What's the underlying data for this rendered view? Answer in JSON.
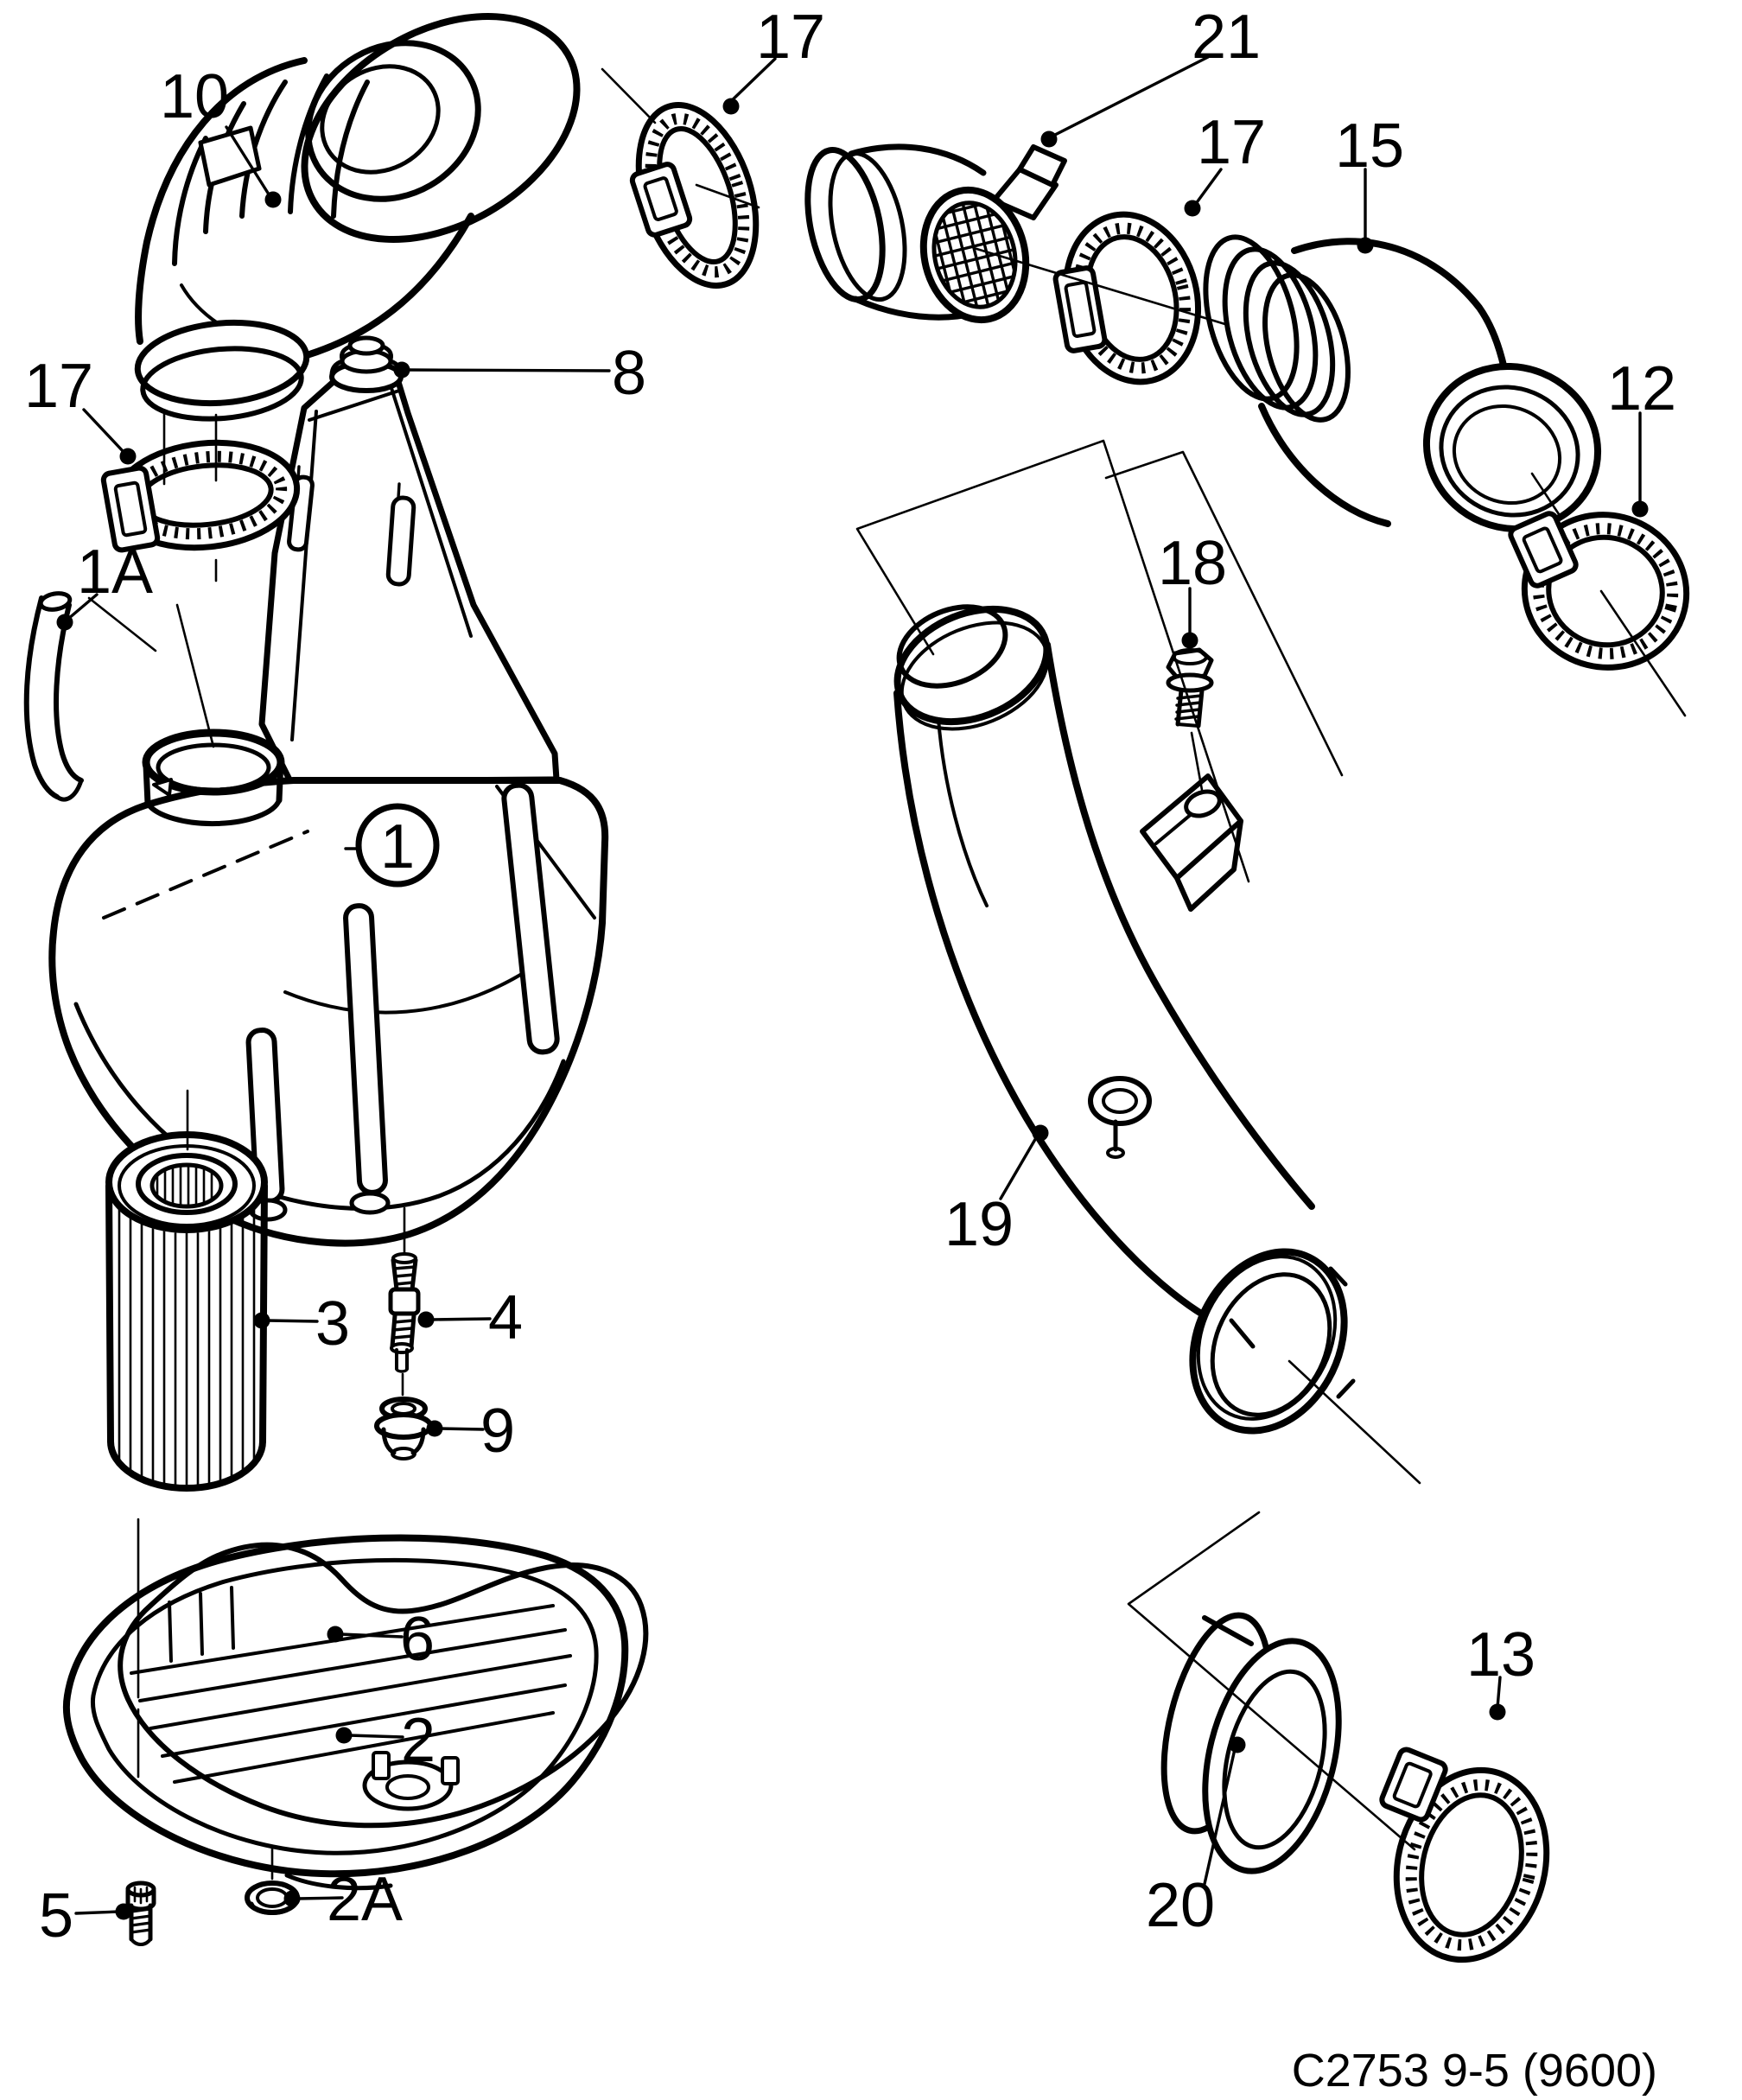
{
  "diagram": {
    "type": "exploded-parts-line-drawing",
    "caption": "C2753 9-5 (9600)",
    "colors": {
      "line": "#000000",
      "background": "#ffffff"
    },
    "callouts": [
      {
        "label": "10",
        "part": "intake-elbow-hose"
      },
      {
        "label": "17",
        "part": "hose-clamp-elbow-to-sensor"
      },
      {
        "label": "21",
        "part": "air-mass-sensor-connector"
      },
      {
        "label": "17",
        "part": "hose-clamp-sensor-to-hose"
      },
      {
        "label": "15",
        "part": "air-intake-hose"
      },
      {
        "label": "12",
        "part": "hose-clamp-intake-hose-end"
      },
      {
        "label": "17",
        "part": "hose-clamp-snorkel"
      },
      {
        "label": "8",
        "part": "rubber-grommet"
      },
      {
        "label": "1A",
        "part": "vent-tube"
      },
      {
        "label": "1",
        "part": "air-cleaner-upper-housing"
      },
      {
        "label": "18",
        "part": "flange-bolt"
      },
      {
        "label": "19",
        "part": "resonator-intake-pipe"
      },
      {
        "label": "3",
        "part": "air-filter-element"
      },
      {
        "label": "4",
        "part": "drain-nipple"
      },
      {
        "label": "9",
        "part": "drain-grommet"
      },
      {
        "label": "6",
        "part": "housing-seal"
      },
      {
        "label": "2",
        "part": "air-cleaner-lower-housing"
      },
      {
        "label": "13",
        "part": "hose-clamp-outlet"
      },
      {
        "label": "20",
        "part": "rubber-sleeve"
      },
      {
        "label": "5",
        "part": "screw"
      },
      {
        "label": "2A",
        "part": "plug"
      }
    ]
  }
}
